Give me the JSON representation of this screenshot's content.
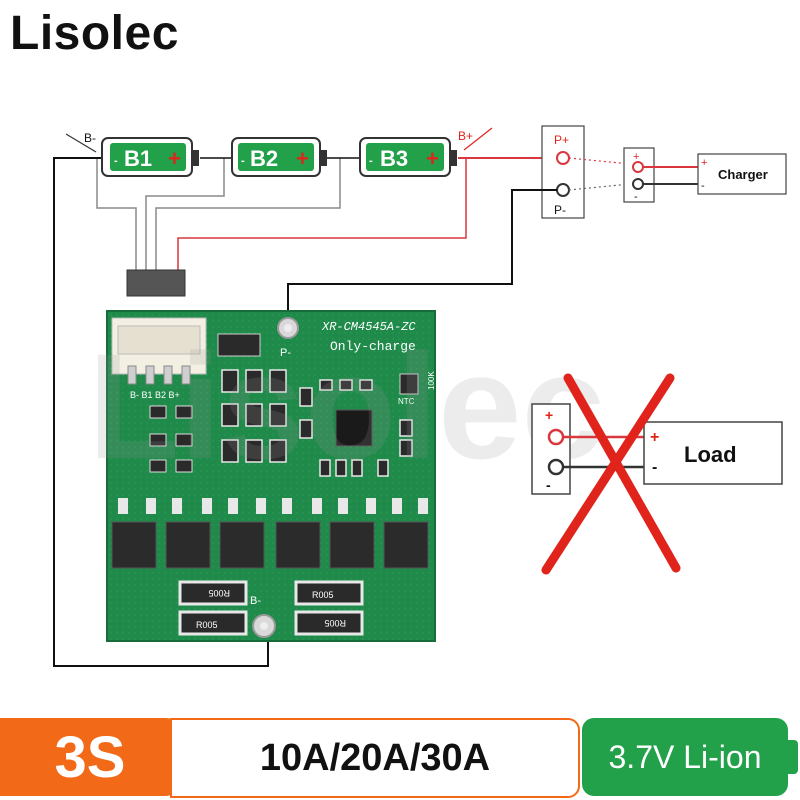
{
  "brand": "Lisolec",
  "watermark": "Lisolec",
  "batteries": [
    {
      "label": "B1",
      "plus": "+",
      "minus": "-"
    },
    {
      "label": "B2",
      "plus": "+",
      "minus": "-"
    },
    {
      "label": "B3",
      "plus": "+",
      "minus": "-"
    }
  ],
  "terminals": {
    "b_minus": "B-",
    "b_plus": "B+",
    "p_plus": "P+",
    "p_minus": "P-"
  },
  "charger": {
    "label": "Charger",
    "plus": "+",
    "minus": "-",
    "connector_plus": "+",
    "connector_minus": "-"
  },
  "load": {
    "label": "Load",
    "plus": "+",
    "minus": "-",
    "connector_plus": "+",
    "connector_minus": "-"
  },
  "board": {
    "model": "XR-CM4545A-ZC",
    "mode": "Only-charge",
    "p_minus_label": "P-",
    "b_minus_label": "B-",
    "header_labels": "B- B1 B2 B+",
    "ntc": "NTC",
    "resistor_value": "100K",
    "shunt_labels": [
      "R005",
      "R005",
      "R005",
      "R005"
    ]
  },
  "specs": {
    "cells": "3S",
    "current": "10A/20A/30A",
    "voltage": "3.7V Li-ion"
  },
  "colors": {
    "battery_green": "#22a04a",
    "plus_red": "#e0241b",
    "wire_red": "#d9363e",
    "wire_black": "#111111",
    "wire_gray": "#8a8a8a",
    "pcb_green": "#1f8a4a",
    "cross_red": "#e0241b",
    "orange": "#f26a17"
  }
}
